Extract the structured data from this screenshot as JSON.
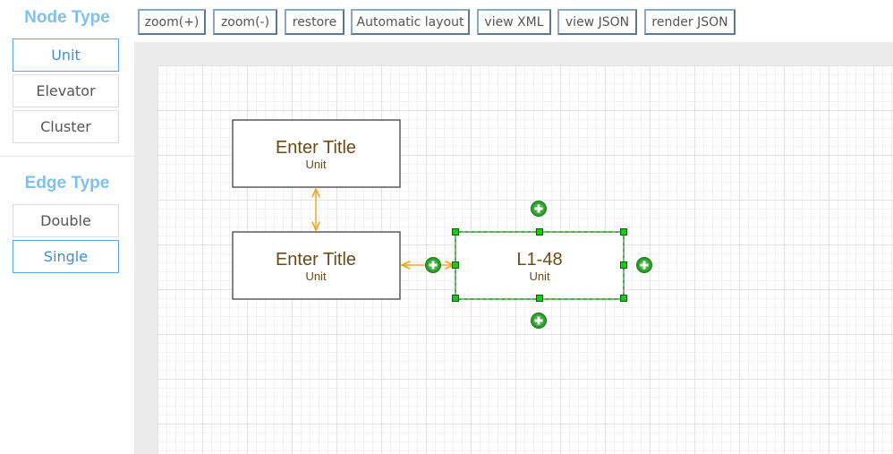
{
  "sidebar": {
    "node_type_title": "Node Type",
    "node_types": [
      "Unit",
      "Elevator",
      "Cluster"
    ],
    "node_type_selected": "Unit",
    "edge_type_title": "Edge Type",
    "edge_types": [
      "Double",
      "Single"
    ],
    "edge_type_selected": "Single",
    "title_color": "#7fc1ec"
  },
  "toolbar": {
    "zoom_in": "zoom(+)",
    "zoom_out": "zoom(-)",
    "restore": "restore",
    "auto_layout": "Automatic layout",
    "view_xml": "view XML",
    "view_json": "view JSON",
    "render_json": "render JSON"
  },
  "diagram": {
    "nodes": [
      {
        "id": "n1",
        "title": "Enter Title",
        "subtitle": "Unit",
        "selected": false
      },
      {
        "id": "n2",
        "title": "Enter Title",
        "subtitle": "Unit",
        "selected": false
      },
      {
        "id": "n3",
        "title": "L1-48",
        "subtitle": "Unit",
        "selected": true
      }
    ],
    "edges": [
      {
        "from": "n1",
        "to": "n2",
        "type": "double"
      },
      {
        "from": "n2",
        "to": "n3",
        "type": "double"
      }
    ],
    "edge_color": "#f5a623",
    "selection_color": "#18c918",
    "connector_color": "#2e9b2e"
  }
}
